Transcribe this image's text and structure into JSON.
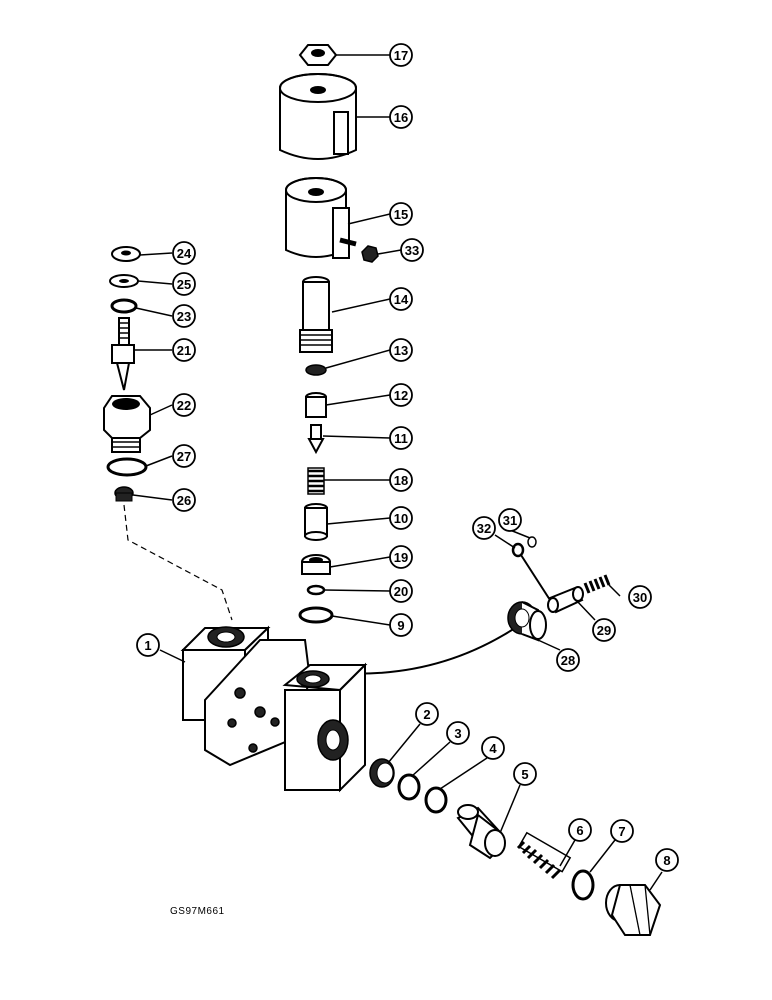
{
  "drawing_code": "GS97M661",
  "callouts": [
    "1",
    "2",
    "3",
    "4",
    "5",
    "6",
    "7",
    "8",
    "9",
    "10",
    "11",
    "12",
    "13",
    "14",
    "15",
    "16",
    "17",
    "18",
    "19",
    "20",
    "21",
    "22",
    "23",
    "24",
    "25",
    "26",
    "27",
    "28",
    "29",
    "30",
    "31",
    "32",
    "33"
  ]
}
